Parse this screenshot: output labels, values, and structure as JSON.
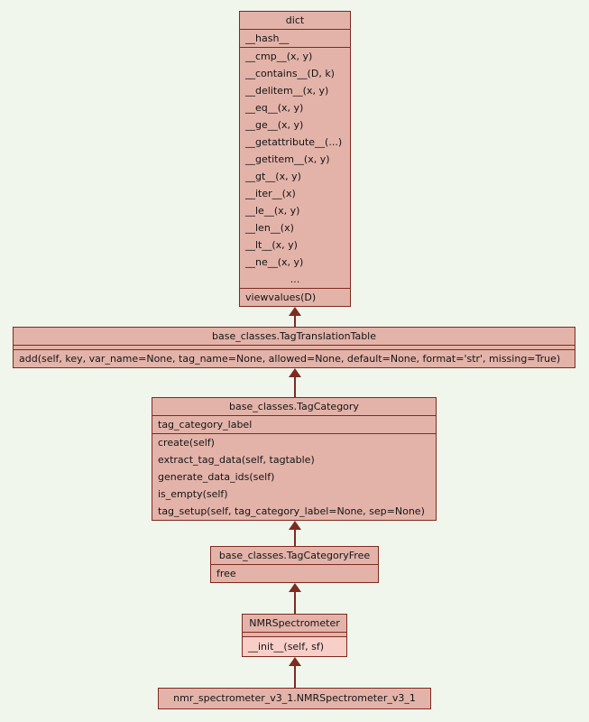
{
  "diagram": {
    "type": "uml-class-inheritance",
    "background": "#f0f6ec",
    "box_fill": "#e3b3a9",
    "border_color": "#7e2b20",
    "highlight_fill": "#f7cfc8"
  },
  "classes": {
    "dict": {
      "title": "dict",
      "attributes": [
        "__hash__"
      ],
      "methods": [
        "__cmp__(x, y)",
        "__contains__(D, k)",
        "__delitem__(x, y)",
        "__eq__(x, y)",
        "__ge__(x, y)",
        "__getattribute__(...)",
        "__getitem__(x, y)",
        "__gt__(x, y)",
        "__iter__(x)",
        "__le__(x, y)",
        "__len__(x)",
        "__lt__(x, y)",
        "__ne__(x, y)",
        "..."
      ],
      "more_methods": [
        "viewvalues(D)"
      ]
    },
    "tag_translation_table": {
      "title": "base_classes.TagTranslationTable",
      "methods": [
        "add(self, key, var_name=None, tag_name=None, allowed=None, default=None, format='str', missing=True)"
      ]
    },
    "tag_category": {
      "title": "base_classes.TagCategory",
      "attributes": [
        "tag_category_label"
      ],
      "methods": [
        "create(self)",
        "extract_tag_data(self, tagtable)",
        "generate_data_ids(self)",
        "is_empty(self)",
        "tag_setup(self, tag_category_label=None, sep=None)"
      ]
    },
    "tag_category_free": {
      "title": "base_classes.TagCategoryFree",
      "attributes": [
        "free"
      ]
    },
    "nmr_spectrometer": {
      "title": "NMRSpectrometer",
      "methods": [
        "__init__(self, sf)"
      ]
    },
    "nmr_spectrometer_v3_1": {
      "title": "nmr_spectrometer_v3_1.NMRSpectrometer_v3_1"
    }
  }
}
